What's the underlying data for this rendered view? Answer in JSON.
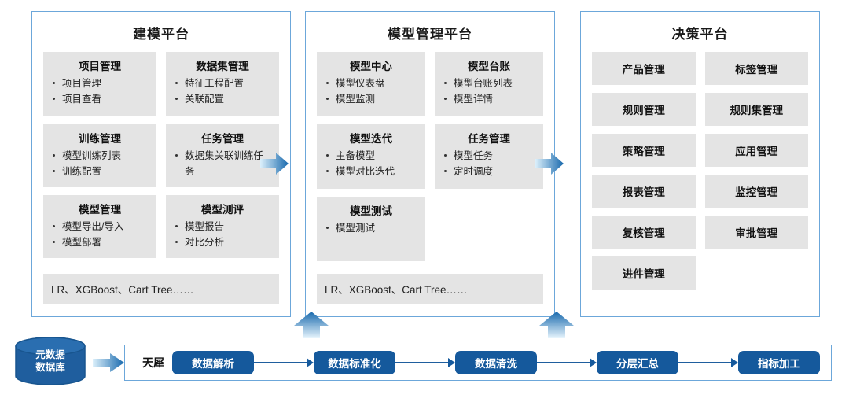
{
  "colors": {
    "panel_border": "#6ca7da",
    "card_bg": "#e4e4e4",
    "step_blue": "#15599c",
    "arrow_light": "#d8ecf8",
    "arrow_dark": "#1b6aae"
  },
  "panels": [
    {
      "title": "建模平台",
      "cards": [
        {
          "title": "项目管理",
          "items": [
            "项目管理",
            "项目查看"
          ]
        },
        {
          "title": "数据集管理",
          "items": [
            "特征工程配置",
            "关联配置"
          ]
        },
        {
          "title": "训练管理",
          "items": [
            "模型训练列表",
            "训练配置"
          ]
        },
        {
          "title": "任务管理",
          "items": [
            "数据集关联训练任务"
          ]
        },
        {
          "title": "模型管理",
          "items": [
            "模型导出/导入",
            "模型部署"
          ]
        },
        {
          "title": "模型测评",
          "items": [
            "模型报告",
            "对比分析"
          ]
        }
      ],
      "footer": "LR、XGBoost、Cart Tree……"
    },
    {
      "title": "模型管理平台",
      "cards": [
        {
          "title": "模型中心",
          "items": [
            "模型仪表盘",
            "模型监测"
          ]
        },
        {
          "title": "模型台账",
          "items": [
            "模型台账列表",
            "模型详情"
          ]
        },
        {
          "title": "模型迭代",
          "items": [
            "主备模型",
            "模型对比迭代"
          ]
        },
        {
          "title": "任务管理",
          "items": [
            "模型任务",
            "定时调度"
          ]
        },
        {
          "title": "模型测试",
          "items": [
            "模型测试"
          ]
        }
      ],
      "footer": "LR、XGBoost、Cart Tree……"
    },
    {
      "title": "决策平台",
      "buttons": [
        "产品管理",
        "标签管理",
        "规则管理",
        "规则集管理",
        "策略管理",
        "应用管理",
        "报表管理",
        "监控管理",
        "复核管理",
        "审批管理",
        "进件管理"
      ]
    }
  ],
  "datasource": {
    "line1": "元数据",
    "line2": "数据库"
  },
  "pipeline": {
    "name": "天犀",
    "steps": [
      "数据解析",
      "数据标准化",
      "数据清洗",
      "分层汇总",
      "指标加工"
    ]
  }
}
